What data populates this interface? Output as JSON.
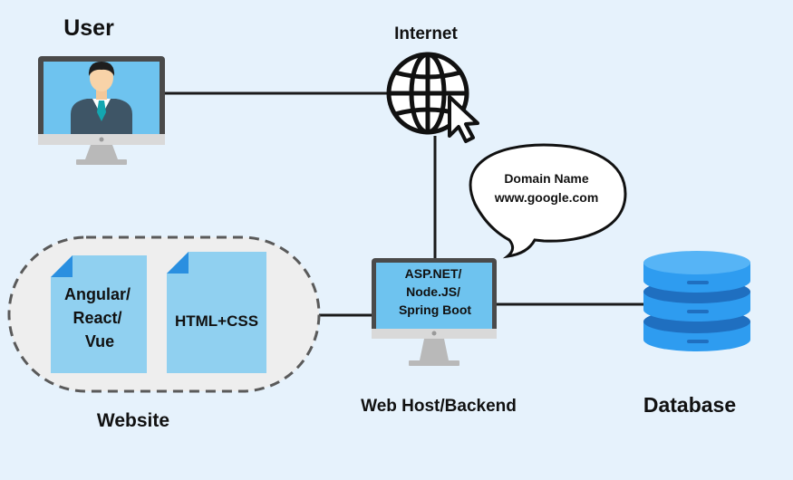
{
  "labels": {
    "user": "User",
    "internet": "Internet",
    "website": "Website",
    "web_host": "Web Host/Backend",
    "database": "Database"
  },
  "website_files": [
    {
      "lines": [
        "Angular/",
        "React/",
        "Vue"
      ]
    },
    {
      "lines": [
        "HTML+CSS"
      ]
    }
  ],
  "backend_screen": {
    "lines": [
      "ASP.NET/",
      "Node.JS/",
      "Spring Boot"
    ]
  },
  "domain_bubble": {
    "title": "Domain Name",
    "value": "www.google.com"
  },
  "icons": {
    "user": "monitor-with-person-icon",
    "internet": "globe-with-cursor-icon",
    "database": "database-stack-icon",
    "backend": "monitor-icon",
    "file": "document-icon"
  },
  "colors": {
    "background": "#e6f2fc",
    "screen": "#6ec3ef",
    "bezel": "#4a4a4a",
    "stand": "#b9b9b9",
    "file": "#90d0f0",
    "file_corner": "#2a8fe0",
    "database": "#2e9cf0",
    "database_dark": "#1f6fc0",
    "website_area": "#eeeeee",
    "connector": "#1a1a1a"
  }
}
